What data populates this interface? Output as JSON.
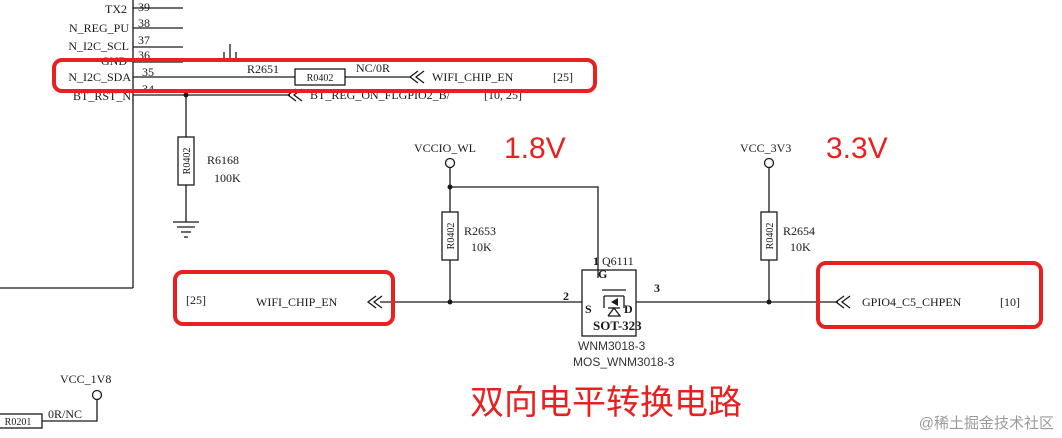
{
  "pins": [
    {
      "label": "TX2",
      "num": "39"
    },
    {
      "label": "N_REG_PU",
      "num": "38"
    },
    {
      "label": "N_I2C_SCL",
      "num": "37"
    },
    {
      "label": "GND",
      "num": "36"
    },
    {
      "label": "N_I2C_SDA",
      "num": "35"
    },
    {
      "label": "BT_RST_N",
      "num": "34"
    }
  ],
  "r2651": {
    "ref": "R2651",
    "pkg": "R0402",
    "value": "NC/0R"
  },
  "net_top": {
    "name": "WIFI_CHIP_EN",
    "ref": "[25]"
  },
  "net_bt": {
    "name": "BT_REG_ON_FLGPIO2_B/",
    "ref": "[10, 25]"
  },
  "r6168": {
    "ref": "R6168",
    "value": "100K",
    "pkg": "R0402"
  },
  "rail_low": {
    "name": "VCCIO_WL",
    "voltage": "1.8V"
  },
  "rail_high": {
    "name": "VCC_3V3",
    "voltage": "3.3V"
  },
  "r2653": {
    "ref": "R2653",
    "value": "10K",
    "pkg": "R0402"
  },
  "r2654": {
    "ref": "R2654",
    "value": "10K",
    "pkg": "R0402"
  },
  "q6111": {
    "ref": "Q6111",
    "package": "SOT-323",
    "part": "WNM3018-3",
    "model": "MOS_WNM3018-3",
    "pin_g": "1",
    "pin_s": "2",
    "pin_d": "3",
    "label_g": "G",
    "label_s": "S",
    "label_d": "D"
  },
  "net_left": {
    "name": "WIFI_CHIP_EN",
    "ref": "[25]"
  },
  "net_right": {
    "name": "GPIO4_C5_CHPEN",
    "ref": "[10]"
  },
  "vcc_1v8": {
    "name": "VCC_1V8"
  },
  "r0201": {
    "pkg": "R0201",
    "value": "0R/NC"
  },
  "caption": "双向电平转换电路",
  "watermark": "@稀土掘金技术社区",
  "colors": {
    "highlight": "#e8201f",
    "wire": "#1a1a1a",
    "watermark": "#9a9a9a"
  }
}
